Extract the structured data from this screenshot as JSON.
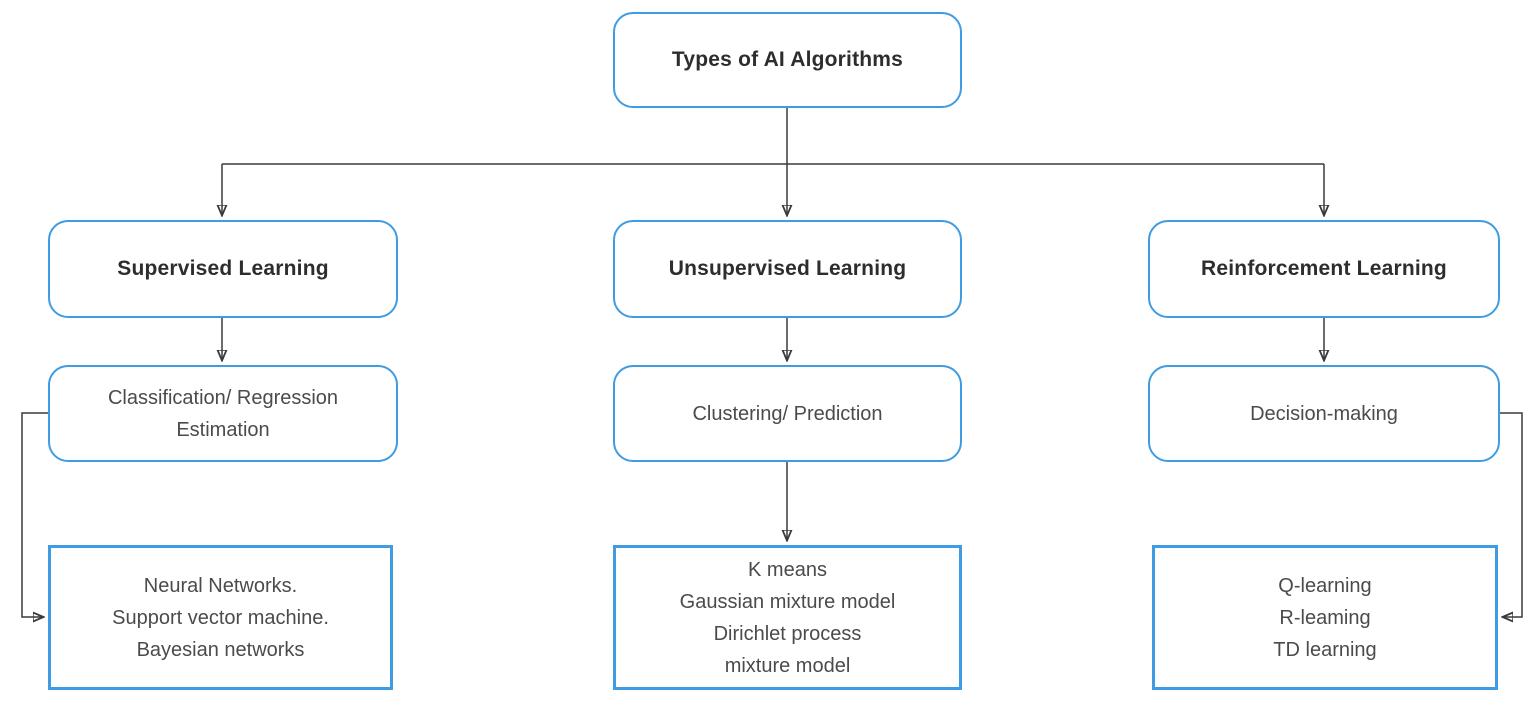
{
  "diagram": {
    "title": "Types of AI Algorithms",
    "root": {
      "label": "Types of AI Algorithms"
    },
    "branches": [
      {
        "category": {
          "label": "Supervised Learning"
        },
        "task": {
          "lines": [
            "Classification/ Regression",
            "Estimation"
          ]
        },
        "algorithms": {
          "lines": [
            "Neural Networks.",
            "Support vector machine.",
            "Bayesian networks"
          ]
        }
      },
      {
        "category": {
          "label": "Unsupervised Learning"
        },
        "task": {
          "lines": [
            "Clustering/ Prediction"
          ]
        },
        "algorithms": {
          "lines": [
            "K means",
            "Gaussian mixture model",
            "Dirichlet process",
            "mixture model"
          ]
        }
      },
      {
        "category": {
          "label": "Reinforcement Learning"
        },
        "task": {
          "lines": [
            "Decision-making"
          ]
        },
        "algorithms": {
          "lines": [
            "Q-learning",
            "R-leaming",
            "TD learning"
          ]
        }
      }
    ],
    "colors": {
      "box_border": "#3f9ce2",
      "connector": "#3a3a3a",
      "heading_text": "#2d2d2d",
      "body_text": "#4b4b4b",
      "background": "#ffffff"
    }
  }
}
